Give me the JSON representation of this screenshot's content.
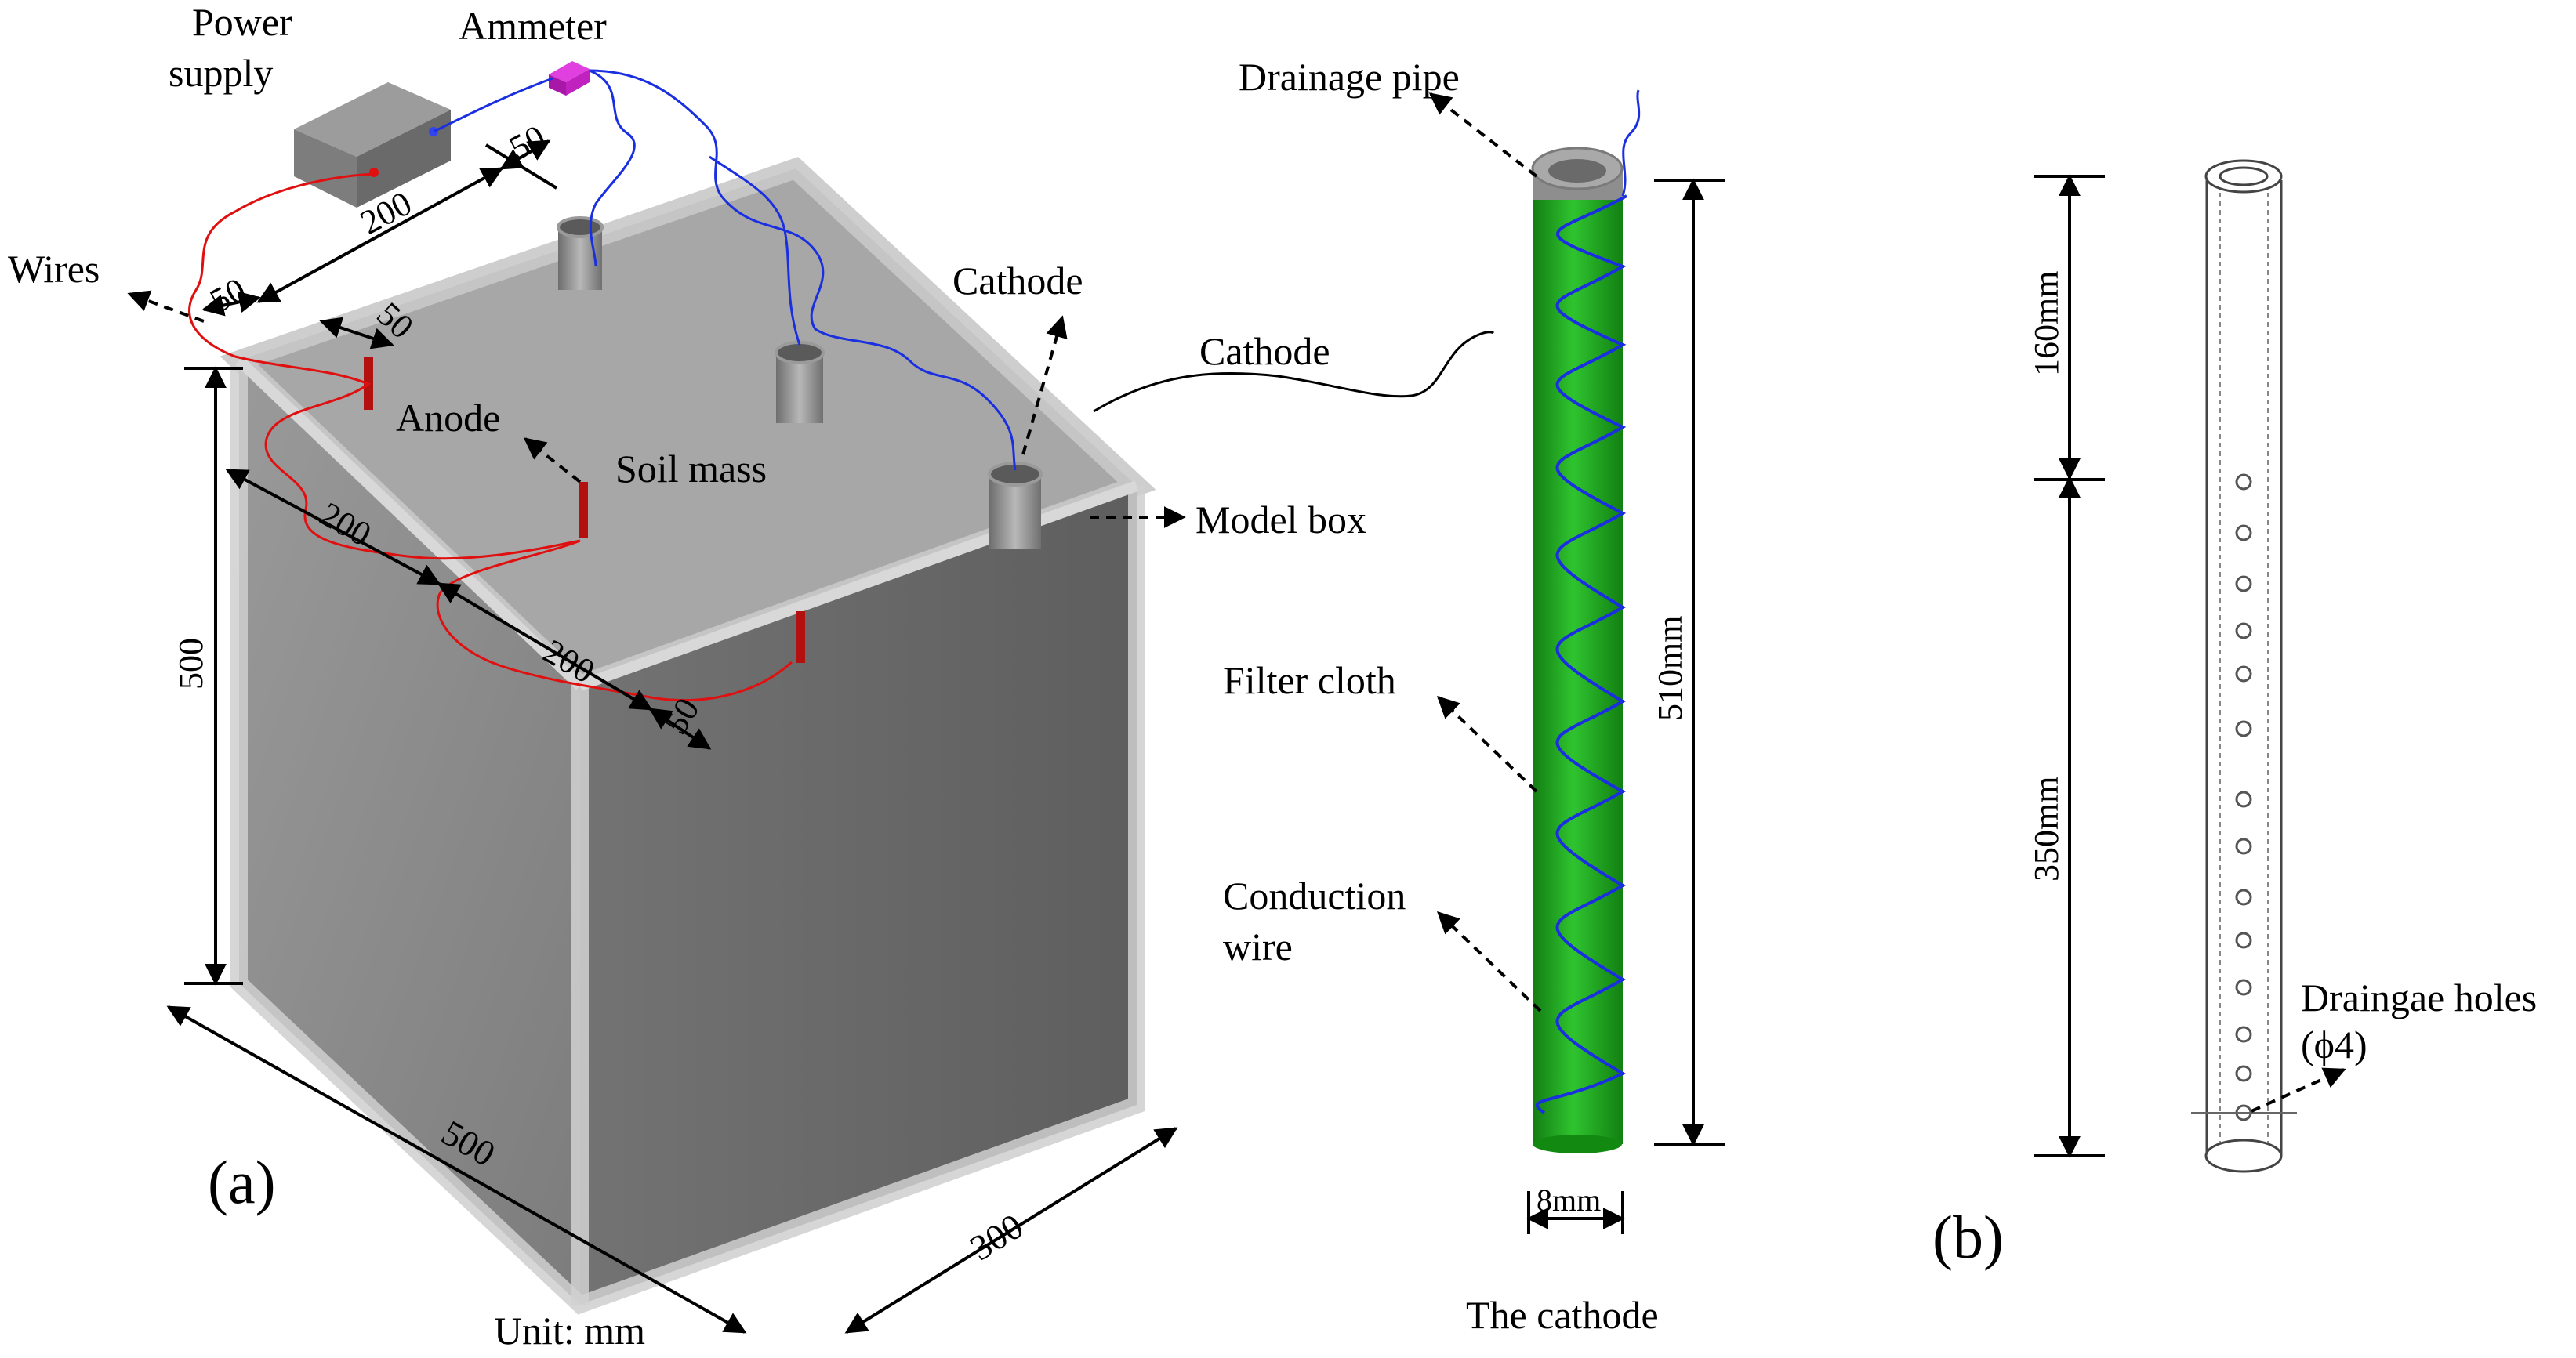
{
  "panel_a": {
    "label": "(a)",
    "unit": "Unit: mm",
    "power_supply_line1": "Power",
    "power_supply_line2": "supply",
    "ammeter": "Ammeter",
    "wires": "Wires",
    "anode": "Anode",
    "soil_mass": "Soil mass",
    "cathode": "Cathode",
    "model_box": "Model box",
    "dims": {
      "top_50a": "50",
      "top_200": "200",
      "left_50": "50",
      "inner_50": "50",
      "height_500": "500",
      "mid_200a": "200",
      "mid_200b": "200",
      "mid_50": "50",
      "base_500": "500",
      "base_300": "300"
    }
  },
  "cathode_detail": {
    "cathode_label": "Cathode",
    "drainage_pipe": "Drainage pipe",
    "filter_cloth": "Filter cloth",
    "conduction_line1": "Conduction",
    "conduction_line2": "wire",
    "length": "510mm",
    "diameter": "8mm",
    "caption": "The cathode"
  },
  "panel_b": {
    "label": "(b)",
    "upper_len": "160mm",
    "lower_len": "350mm",
    "holes_line1": "Draingae holes",
    "holes_line2": "(ϕ4)"
  },
  "colors": {
    "wire_red": "#e01010",
    "wire_blue": "#1a2fe0",
    "cathode_green": "#1ea51e",
    "box_gray": "#8a8a8a",
    "ammeter_magenta": "#cc22cc"
  }
}
